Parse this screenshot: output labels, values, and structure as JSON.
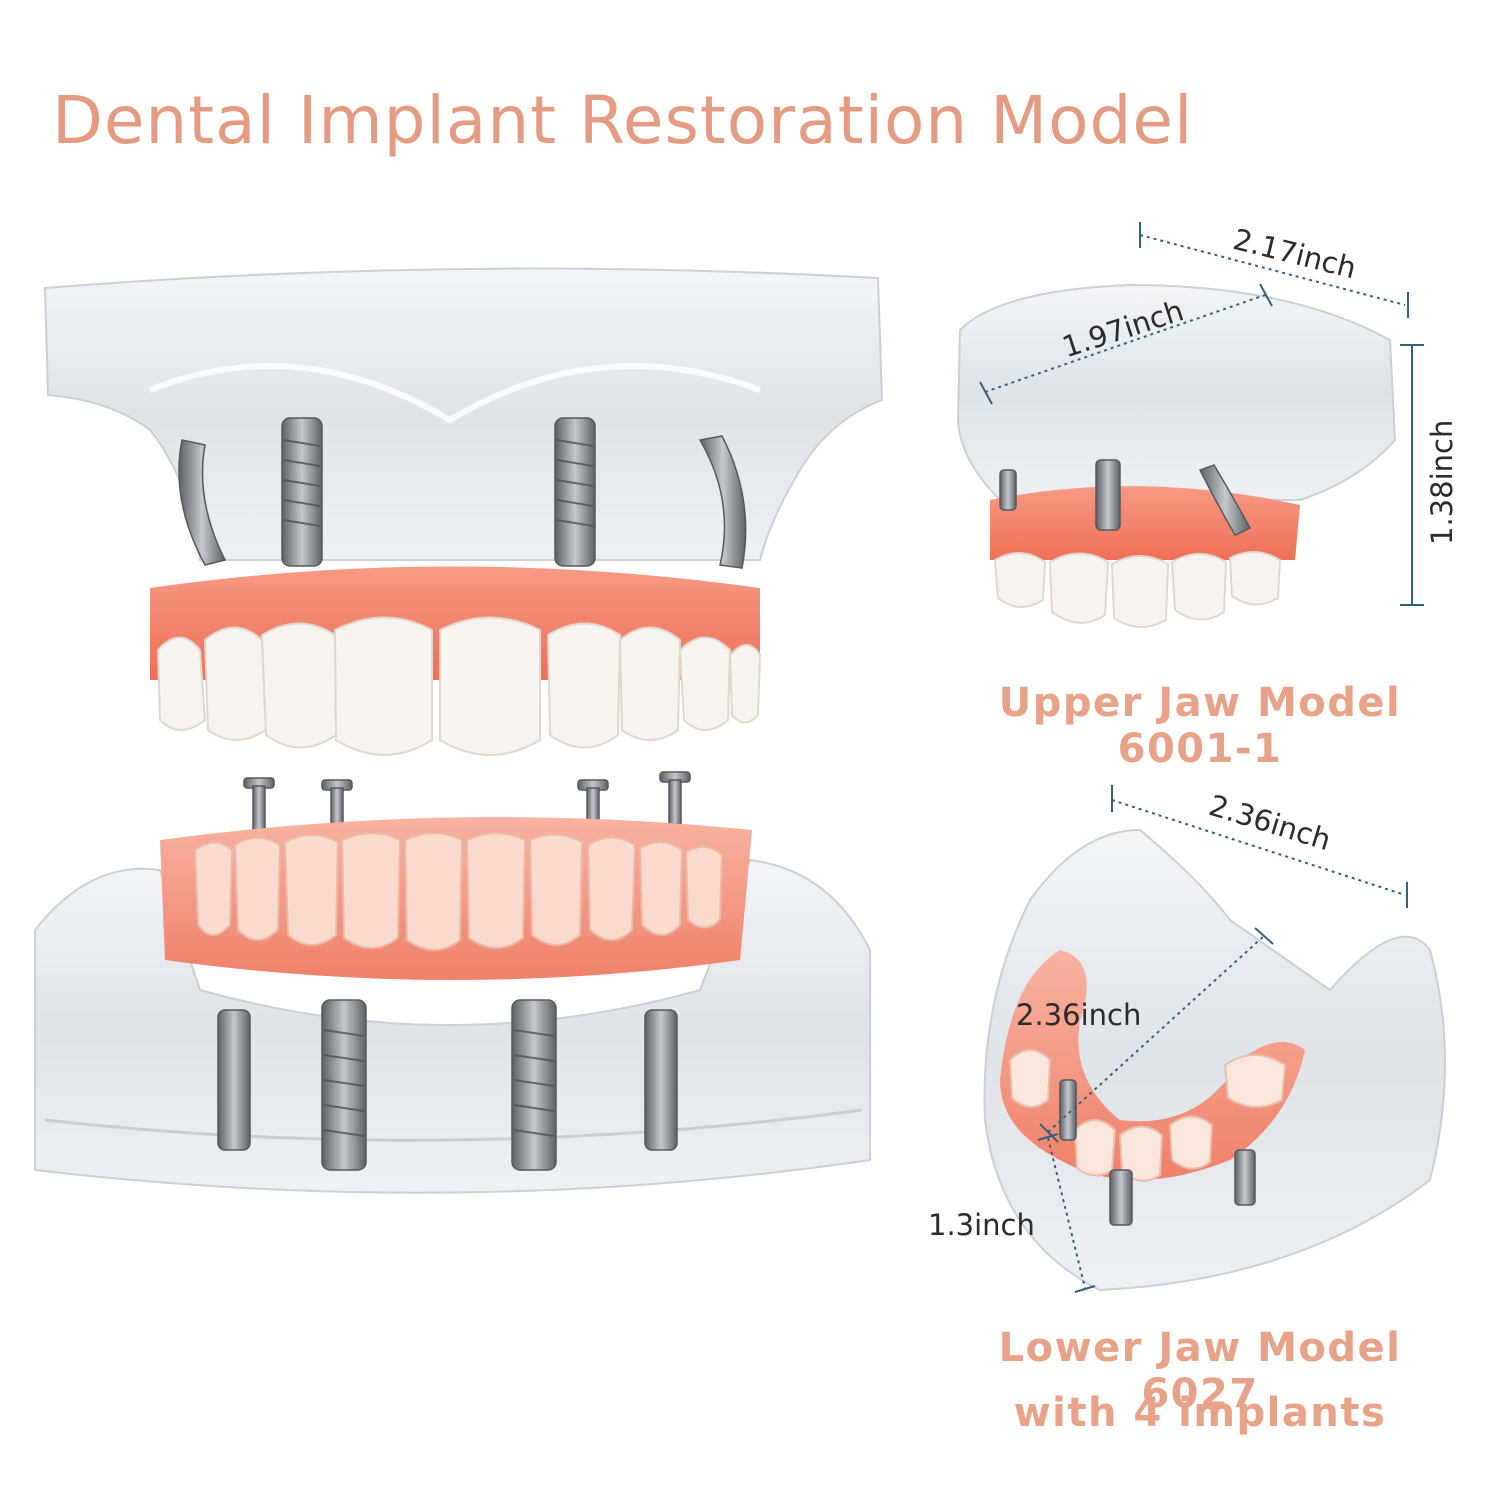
{
  "title": "Dental Implant Restoration Model",
  "upper_jaw": {
    "caption": "Upper Jaw Model 6001-1",
    "dimensions": [
      "2.17inch",
      "1.97inch",
      "1.38inch"
    ]
  },
  "lower_jaw": {
    "caption_line1": "Lower Jaw Model 6027",
    "caption_line2": "with 4 implants",
    "dimensions": [
      "2.36inch",
      "2.36inch",
      "1.3inch"
    ]
  },
  "colors": {
    "title": "#e49b82",
    "gum": "#f07b62",
    "tooth": "#f7f3ee",
    "acrylic": "#e4e9ee",
    "implant": "#8f9398",
    "measure_line": "#35607a"
  }
}
